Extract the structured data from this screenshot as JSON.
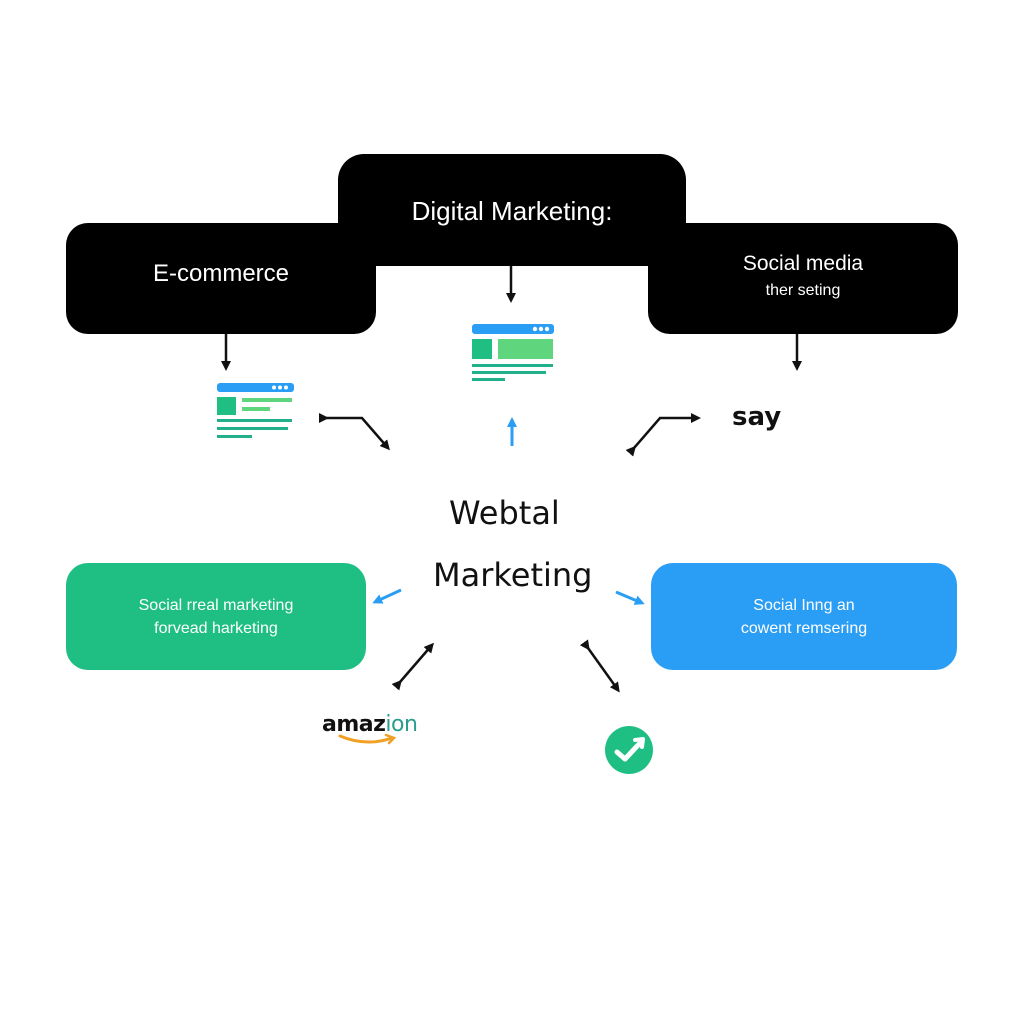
{
  "diagram": {
    "top_boxes": {
      "center": {
        "title": "Digital Marketing:"
      },
      "left": {
        "title": "E-commerce"
      },
      "right": {
        "title": "Social media",
        "subtitle": "ther seting"
      }
    },
    "center_label": {
      "line1": "Webtal",
      "line2": "Marketing"
    },
    "side_label": "say",
    "bottom_boxes": {
      "left": {
        "line1": "Social rreal marketing",
        "line2": "forvead harketing"
      },
      "right": {
        "line1": "Social Inng an",
        "line2": "cowent remsering"
      }
    },
    "logo": {
      "part1": "amaz",
      "part2": "ion"
    },
    "icons": [
      "webpage-icon-left",
      "webpage-icon-center",
      "check-growth-icon",
      "amazon-smile-icon"
    ],
    "colors": {
      "black_box": "#000000",
      "green_box": "#1fbf84",
      "blue_box": "#2a9df4",
      "arrow_dark": "#111111",
      "arrow_blue": "#2a9df4",
      "amazon_smile": "#f0a024"
    }
  }
}
